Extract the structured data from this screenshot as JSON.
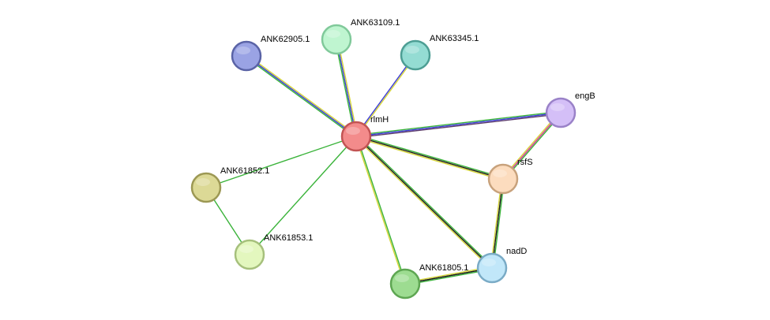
{
  "network": {
    "nodes": [
      {
        "id": "rlmH",
        "label": "rlmH",
        "fill": "#f38b8b",
        "stroke": "#c25454"
      },
      {
        "id": "ANK63109.1",
        "label": "ANK63109.1",
        "fill": "#bff5d0",
        "stroke": "#80c99a"
      },
      {
        "id": "ANK62905.1",
        "label": "ANK62905.1",
        "fill": "#9aa3e4",
        "stroke": "#5a63a6"
      },
      {
        "id": "ANK63345.1",
        "label": "ANK63345.1",
        "fill": "#94dcd3",
        "stroke": "#4d9e94"
      },
      {
        "id": "engB",
        "label": "engB",
        "fill": "#d4bff7",
        "stroke": "#9a82c8"
      },
      {
        "id": "rsfS",
        "label": "rsfS",
        "fill": "#fcdcbe",
        "stroke": "#c8a27c"
      },
      {
        "id": "ANK61852.1",
        "label": "ANK61852.1",
        "fill": "#dcd996",
        "stroke": "#9c9854"
      },
      {
        "id": "ANK61853.1",
        "label": "ANK61853.1",
        "fill": "#e3f7be",
        "stroke": "#a6c07c"
      },
      {
        "id": "nadD",
        "label": "nadD",
        "fill": "#c1e7f9",
        "stroke": "#7aabc6"
      },
      {
        "id": "ANK61805.1",
        "label": "ANK61805.1",
        "fill": "#9ddc91",
        "stroke": "#5ea652"
      }
    ],
    "edges": [
      {
        "source": "rlmH",
        "target": "ANK62905.1",
        "colors": [
          "#3ab33a",
          "#3b3bd8",
          "#d5d53a"
        ]
      },
      {
        "source": "rlmH",
        "target": "ANK63109.1",
        "colors": [
          "#3ab33a",
          "#3b3bd8",
          "#d5d53a"
        ]
      },
      {
        "source": "rlmH",
        "target": "ANK63345.1",
        "colors": [
          "#3b3bd8",
          "#d5d53a"
        ]
      },
      {
        "source": "rlmH",
        "target": "engB",
        "colors": [
          "#3ab33a",
          "#3b3bd8",
          "#5a3a6a"
        ]
      },
      {
        "source": "rlmH",
        "target": "rsfS",
        "colors": [
          "#3ab33a",
          "#1a1a1a",
          "#d5d53a"
        ]
      },
      {
        "source": "rlmH",
        "target": "nadD",
        "colors": [
          "#3ab33a",
          "#1a1a1a",
          "#d5d53a"
        ]
      },
      {
        "source": "rlmH",
        "target": "ANK61805.1",
        "colors": [
          "#3ab33a",
          "#d5d53a"
        ]
      },
      {
        "source": "rlmH",
        "target": "ANK61852.1",
        "colors": [
          "#3ab33a"
        ]
      },
      {
        "source": "rlmH",
        "target": "ANK61853.1",
        "colors": [
          "#3ab33a"
        ]
      },
      {
        "source": "ANK61852.1",
        "target": "ANK61853.1",
        "colors": [
          "#3ab33a"
        ]
      },
      {
        "source": "engB",
        "target": "rsfS",
        "colors": [
          "#3ab33a",
          "#d53a9a",
          "#d5d53a"
        ]
      },
      {
        "source": "rsfS",
        "target": "nadD",
        "colors": [
          "#3ab33a",
          "#1a1a1a",
          "#d5d53a"
        ]
      },
      {
        "source": "nadD",
        "target": "ANK61805.1",
        "colors": [
          "#3ab33a",
          "#1a1a1a",
          "#d5d53a"
        ]
      }
    ]
  }
}
